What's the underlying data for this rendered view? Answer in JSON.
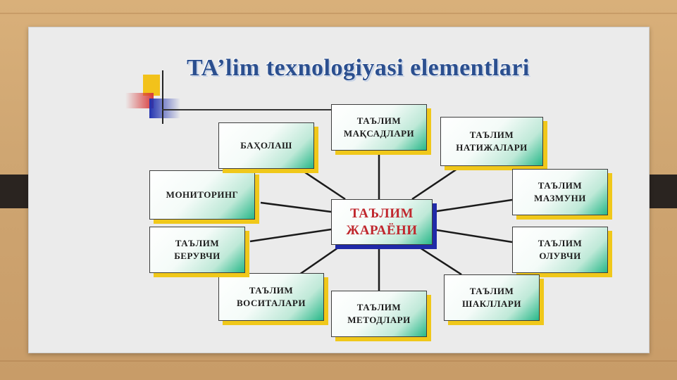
{
  "title": "TA’lim texnologiyasi elementlari",
  "center": {
    "label": "ТАЪЛИМ\nЖАРАЁНИ"
  },
  "nodes": {
    "maqsad": "ТАЪЛИМ\nМАҚСАДЛАРИ",
    "natija": "ТАЪЛИМ\nНАТИЖАЛАРИ",
    "mazmun": "ТАЪЛИМ\nМАЗМУНИ",
    "oluvchi": "ТАЪЛИМ\nОЛУВЧИ",
    "shakl": "ТАЪЛИМ\nШАКЛЛАРИ",
    "metod": "ТАЪЛИМ\nМЕТОДЛАРИ",
    "vosita": "ТАЪЛИМ\nВОСИТАЛАРИ",
    "beruvchi": "ТАЪЛИМ\nБЕРУВЧИ",
    "monitoring": "МОНИТОРИНГ",
    "baholash": "БАҲОЛАШ"
  },
  "colors": {
    "node_shadow": "#f0c81a",
    "center_shadow": "#1f2aa8",
    "center_text": "#c0282e",
    "title_text": "#2b4f8f",
    "node_gradient_end": "#27b889"
  }
}
